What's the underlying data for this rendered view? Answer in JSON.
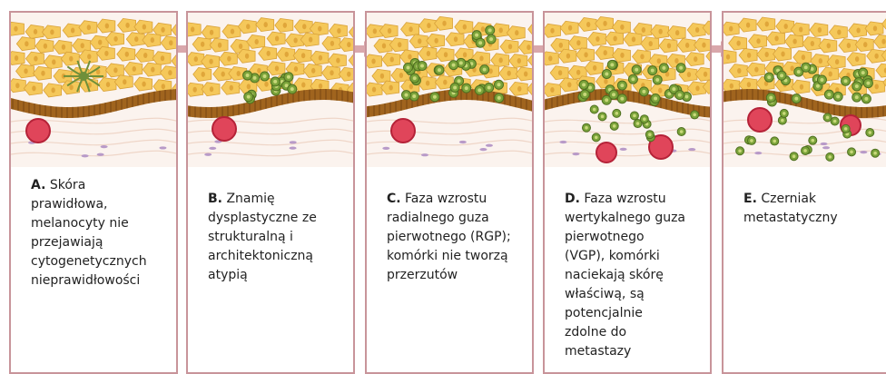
{
  "colors": {
    "border": "#c8949a",
    "arrow": "#d9a7ab",
    "keratinocyte": "#f5c85a",
    "keratinocyte_edge": "#d9a23a",
    "basal": "#a0641e",
    "dermis": "#fbf3ee",
    "blood_vessel": "#e0455a",
    "melanocyte": "#6f8f3a",
    "tumor_cell": "#7aa33a"
  },
  "panels": [
    {
      "letter": "A.",
      "text": "Skóra prawidłowa, melanocyty nie przejawiają cytogenetycznych nieprawidłowości",
      "lines": [
        "Skóra",
        "prawidłowa,",
        "melanocyty nie",
        "przejawiają",
        "cytogenetycznych",
        "nieprawidłowości"
      ]
    },
    {
      "letter": "B.",
      "text": "Znamię dysplastyczne ze strukturalną i architektoniczną atypią",
      "lines": [
        "Znamię",
        "dysplastyczne ze",
        "strukturalną i",
        "architektoniczną",
        "atypią"
      ]
    },
    {
      "letter": "C.",
      "text": "Faza wzrostu radialnego guza pierwotnego (RGP); komórki nie tworzą przerzutów",
      "lines": [
        "Faza wzrostu",
        "radialnego guza",
        "pierwotnego (RGP);",
        "komórki nie tworzą",
        "przerzutów"
      ]
    },
    {
      "letter": "D.",
      "text": "Faza wzrostu wertykalnego guza pierwotnego (VGP), komórki naciekają skórę właściwą, są potencjalnie zdolne do metastazy",
      "lines": [
        "Faza wzrostu",
        "wertykalnego guza",
        "pierwotnego",
        "(VGP), komórki",
        "naciekają skórę",
        "właściwą, są",
        "potencjalnie",
        "zdolne do",
        "metastazy"
      ]
    },
    {
      "letter": "E.",
      "text": "Czerniak metastatyczny",
      "lines": [
        "Czerniak",
        "metastatyczny"
      ]
    }
  ]
}
